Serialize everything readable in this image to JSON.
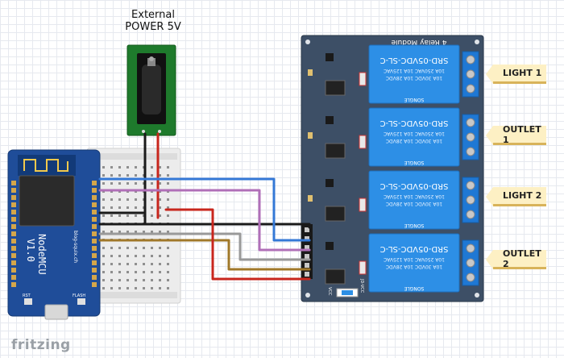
{
  "power": {
    "title_line1": "External",
    "title_line2": "POWER 5V"
  },
  "nodemcu": {
    "name": "NodeMCU",
    "version": "V1.0",
    "url": "blog-squix.ch",
    "rst_label": "RST",
    "flash_label": "FLASH"
  },
  "relay_module": {
    "title": "4 Relay Module",
    "relay_model": "SRD-05VDC-SL-C",
    "spec_lines": [
      "10A 250VAC  10A 125VAC",
      "10A 30VDC  10A 28VDC"
    ],
    "brand": "SONGLE",
    "jumper_left": "VCC",
    "jumper_right": "JD-VCC"
  },
  "labels": [
    "LIGHT 1",
    "OUTLET 1",
    "LIGHT 2",
    "OUTLET 2"
  ],
  "logo": "fritzing",
  "colors": {
    "board_blue": "#1f4d99",
    "relay_body": "#3d4f66",
    "relay_blue": "#2d8fe6",
    "terminal_blue": "#1f78d4",
    "wire_red": "#c8261d",
    "wire_black": "#1a1a1a",
    "wire_blue": "#3478d6",
    "wire_purple": "#b06fb8",
    "wire_gray": "#999999",
    "wire_brown": "#a0782a",
    "label_fill": "#fdf0c4"
  }
}
